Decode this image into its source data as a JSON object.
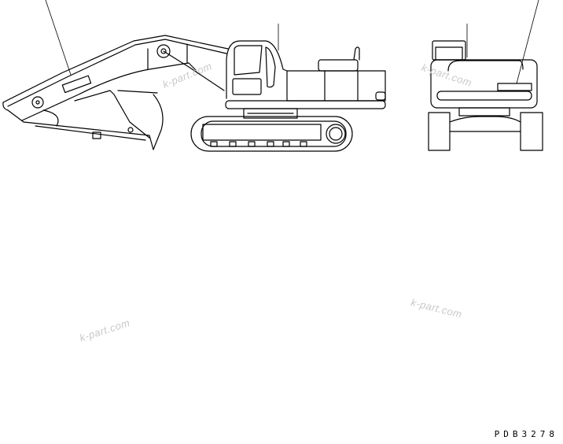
{
  "drawing_code": "PDB3278",
  "watermarks": [
    "k-part.com",
    "k-part.com",
    "k-part.com",
    "k-part.com"
  ],
  "colors": {
    "line": "#000000",
    "watermark": "#c8c8c8",
    "background": "#ffffff"
  }
}
